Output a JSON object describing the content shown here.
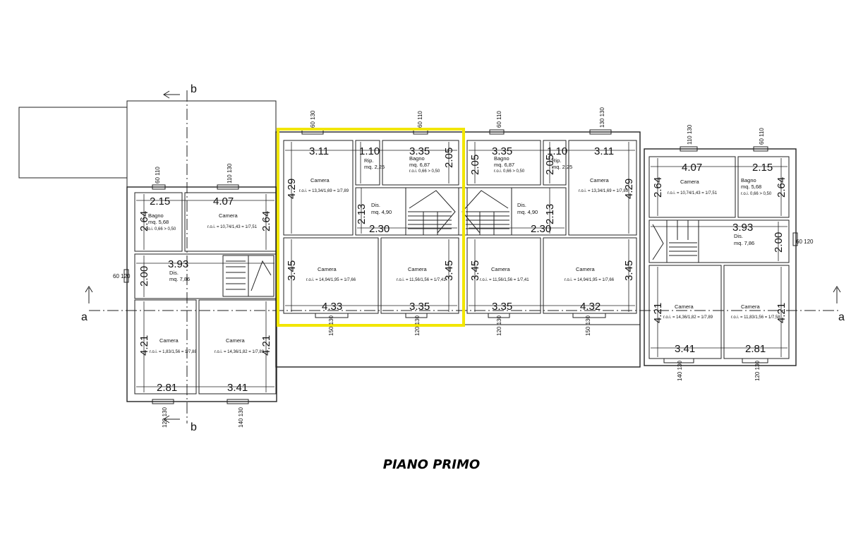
{
  "title": "PIANO PRIMO",
  "highlight_color": "#f2e600",
  "section_markers": {
    "b_top": "b",
    "b_bottom": "b",
    "a_left": "a",
    "a_right": "a"
  },
  "dimensions": {
    "l_215": "2.15",
    "l_407": "4.07",
    "l_264a": "2.64",
    "l_264b": "2.64",
    "l_393": "3.93",
    "l_200": "2.00",
    "l_421a": "4.21",
    "l_421b": "4.21",
    "l_281": "2.81",
    "l_341": "3.41",
    "h_311": "3.11",
    "h_110": "1.10",
    "h_335a": "3.35",
    "h_205a": "2.05",
    "h_429": "4.29",
    "h_213": "2.13",
    "h_230": "2.30",
    "h_345a": "3.45",
    "h_345b": "3.45",
    "h_433": "4.33",
    "h_335b": "3.35",
    "m_335a": "3.35",
    "m_205": "2.05",
    "m_110": "1.10",
    "m_205b": "2.05",
    "m_311": "3.11",
    "m_429": "4.29",
    "m_213": "2.13",
    "m_230": "2.30",
    "m_345a": "3.45",
    "m_345b": "3.45",
    "m_335b": "3.35",
    "m_432": "4.32",
    "r_407": "4.07",
    "r_215": "2.15",
    "r_264a": "2.64",
    "r_264b": "2.64",
    "r_393": "3.93",
    "r_200": "2.00",
    "r_421a": "4.21",
    "r_421b": "4.21",
    "r_341": "3.41",
    "r_281": "2.81"
  },
  "rooms": {
    "l_bagno": "Bagno",
    "l_bagno_mq": "mq. 5,68",
    "l_bagno_roi": "r.o.i. 0,66 > 0,50",
    "l_cam1": "Camera",
    "l_cam1_roi": "r.o.i. = 10,74/1,43 = 1/7,51",
    "l_dis": "Dis.",
    "l_dis_mq": "mq. 7,86",
    "l_cam2": "Camera",
    "l_cam2_roi": "r.o.i. = 1,83/1,56 = 1/7,88",
    "l_cam3": "Camera",
    "l_cam3_roi": "r.o.i. = 14,36/1,82 = 1/7,89",
    "h_cam1": "Camera",
    "h_cam1_roi": "r.o.i. = 13,34/1,69 = 1/7,89",
    "h_rip": "Rip.",
    "h_rip_mq": "mq. 2,25",
    "h_bagno": "Bagno",
    "h_bagno_mq": "mq. 6,87",
    "h_bagno_roi": "r.o.i. 0,66 > 0,50",
    "h_dis": "Dis.",
    "h_dis_mq": "mq. 4,90",
    "h_cam2": "Camera",
    "h_cam2_roi": "r.o.i. = 14,94/1,95 = 1/7,66",
    "h_cam3": "Camera",
    "h_cam3_roi": "r.o.i. = 11,56/1,56 = 1/7,41",
    "m_bagno": "Bagno",
    "m_bagno_mq": "mq. 6,87",
    "m_bagno_roi": "r.o.i. 0,66 > 0,50",
    "m_rip": "Rip.",
    "m_rip_mq": "mq. 2,25",
    "m_cam1": "Camera",
    "m_cam1_roi": "r.o.i. = 13,34/1,69 = 1/7,89",
    "m_dis": "Dis.",
    "m_dis_mq": "mq. 4,90",
    "m_cam2": "Camera",
    "m_cam2_roi": "r.o.i. = 11,56/1,56 = 1/7,41",
    "m_cam3": "Camera",
    "m_cam3_roi": "r.o.i. = 14,94/1,95 = 1/7,66",
    "r_cam1": "Camera",
    "r_cam1_roi": "r.o.i. = 10,74/1,43 = 1/7,51",
    "r_bagno": "Bagno",
    "r_bagno_mq": "mq. 5,68",
    "r_bagno_roi": "r.o.i. 0,66 > 0,50",
    "r_dis": "Dis.",
    "r_dis_mq": "mq. 7,86",
    "r_cam2": "Camera",
    "r_cam2_roi": "r.o.i. = 14,36/1,82 = 1/7,89",
    "r_cam3": "Camera",
    "r_cam3_roi": "r.o.i. = 11,83/1,56 = 1/7,58"
  },
  "windows": {
    "w1": "60 110",
    "w2": "110 130",
    "w3": "60 120",
    "w4": "120 130",
    "w5": "140 130",
    "w6": "60 130",
    "w7": "60 110",
    "w8": "150 130",
    "w9": "120 130",
    "w10": "60 110",
    "w11": "130 130",
    "w12": "120 130",
    "w13": "150 130",
    "w14": "110 130",
    "w15": "60 110",
    "w16": "60 120",
    "w17": "140 130",
    "w18": "120 130"
  }
}
